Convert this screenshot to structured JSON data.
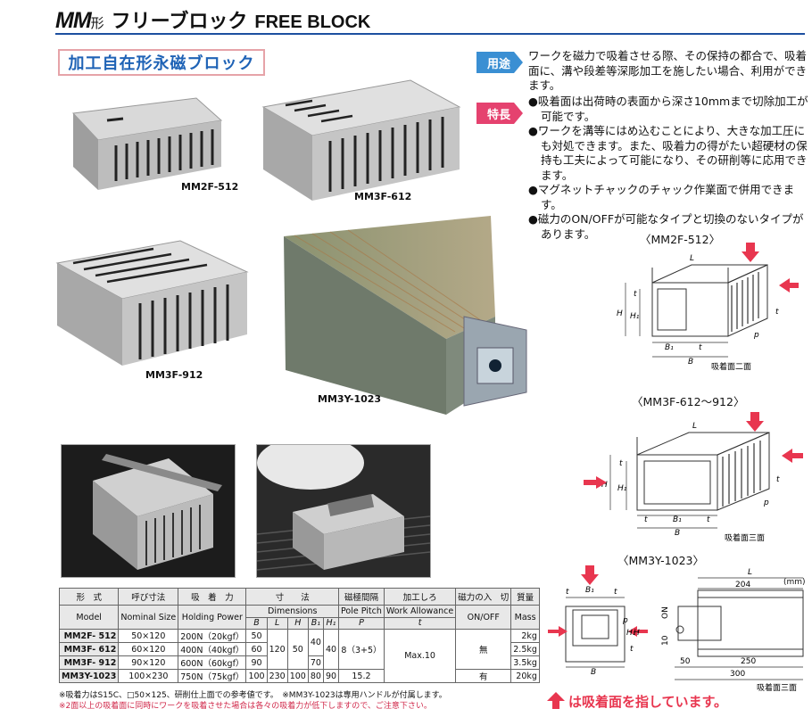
{
  "header": {
    "mm": "MM",
    "kei": "形",
    "name_jp": "フリーブロック",
    "name_en": "FREE BLOCK"
  },
  "subtitle": "加工自在形永磁ブロック",
  "usage": {
    "tag": "用途",
    "text": "ワークを磁力で吸着させる際、その保持の都合で、吸着面に、溝や段差等深彫加工を施したい場合、利用ができます。"
  },
  "features": {
    "tag": "特長",
    "items": [
      "●吸着面は出荷時の表面から深さ10mmまで切除加工が可能です。",
      "●ワークを溝等にはめ込むことにより、大きな加工圧にも対処できます。また、吸着力の得がたい超硬材の保持も工夫によって可能になり、その研削等に応用できます。",
      "●マグネットチャックのチャック作業面で併用できます。",
      "●磁力のON/OFFが可能なタイプと切換のないタイプがあります。"
    ]
  },
  "photo_labels": {
    "mm2f": "MM2F-512",
    "mm3f612": "MM3F-612",
    "mm3f912": "MM3F-912",
    "mm3y": "MM3Y-1023"
  },
  "diagrams": {
    "d1": {
      "title": "〈MM2F-512〉",
      "labels": {
        "L": "L",
        "H": "H",
        "H1": "H₁",
        "t": "t",
        "t2": "t",
        "p": "p",
        "B1": "B₁",
        "tb": "t",
        "B": "B"
      },
      "note": "吸着面二面"
    },
    "d2": {
      "title": "〈MM3F-612〜912〉",
      "labels": {
        "L": "L",
        "H": "H",
        "H1": "H₁",
        "t": "t",
        "t2": "t",
        "p": "p",
        "tl": "t",
        "B1": "B₁",
        "tr": "t",
        "B": "B"
      },
      "note": "吸着面三面"
    },
    "d3": {
      "title": "〈MM3Y-1023〉",
      "labels": {
        "B1": "B₁",
        "t1": "t",
        "t2": "t",
        "p": "p",
        "H1": "H₁",
        "H": "H",
        "B": "B",
        "t3": "t"
      },
      "side": {
        "L": "L",
        "d204": "204",
        "on": "ON",
        "d10": "10",
        "d50": "50",
        "d250": "250",
        "d300": "300"
      },
      "note": "吸着面三面"
    }
  },
  "table": {
    "unit": "(mm)",
    "h_model_jp": "形　式",
    "h_model_en": "Model",
    "h_size_jp": "呼び寸法",
    "h_size_en": "Nominal Size",
    "h_power_jp": "吸　着　力",
    "h_power_en": "Holding Power",
    "h_dim_jp": "寸　　法",
    "h_dim_en": "Dimensions",
    "h_pole_jp": "磁極間隔",
    "h_pole_en": "Pole Pitch",
    "h_allow_jp": "加工しろ",
    "h_allow_en": "Work Allowance",
    "h_onoff_jp": "磁力の入　切",
    "h_onoff_en": "ON/OFF",
    "h_mass_jp": "質量",
    "h_mass_en": "Mass",
    "sub": {
      "B": "B",
      "L": "L",
      "H": "H",
      "B1": "B₁",
      "H1": "H₁",
      "P": "P",
      "t": "t"
    },
    "rows": [
      {
        "model": "MM2F-  512",
        "size": "50×120",
        "power": "200N（20kgf）",
        "B": "50",
        "mass": "2kg"
      },
      {
        "model": "MM3F-  612",
        "size": "60×120",
        "power": "400N（40kgf）",
        "B": "60",
        "mass": "2.5kg"
      },
      {
        "model": "MM3F-  912",
        "size": "90×120",
        "power": "600N（60kgf）",
        "B": "90",
        "mass": "3.5kg"
      },
      {
        "model": "MM3Y-1023",
        "size": "100×230",
        "power": "750N（75kgf）",
        "B": "100",
        "L": "230",
        "H": "100",
        "B1": "80",
        "H1": "90",
        "P": "15.2",
        "onoff": "有",
        "mass": "20kg"
      }
    ],
    "merged": {
      "L": "120",
      "H": "50",
      "B1a": "40",
      "B1b": "70",
      "H1": "40",
      "P": "8（3+5）",
      "allow": "Max.10",
      "onoff": "無"
    },
    "notes": [
      "※吸着力はS15C、□50×125、研削仕上面での参考値です。　※MM3Y-1023は専用ハンドルが付属します。",
      "※2面以上の吸着面に同時にワークを吸着させた場合は各々の吸着力が低下しますので、ご注意下さい。"
    ]
  },
  "footer": "は吸着面を指しています。",
  "colors": {
    "blue": "#1d4fa0",
    "arrow_red": "#e8364f",
    "tag_blue": "#3a8fd3",
    "tag_pink": "#e5426f"
  }
}
